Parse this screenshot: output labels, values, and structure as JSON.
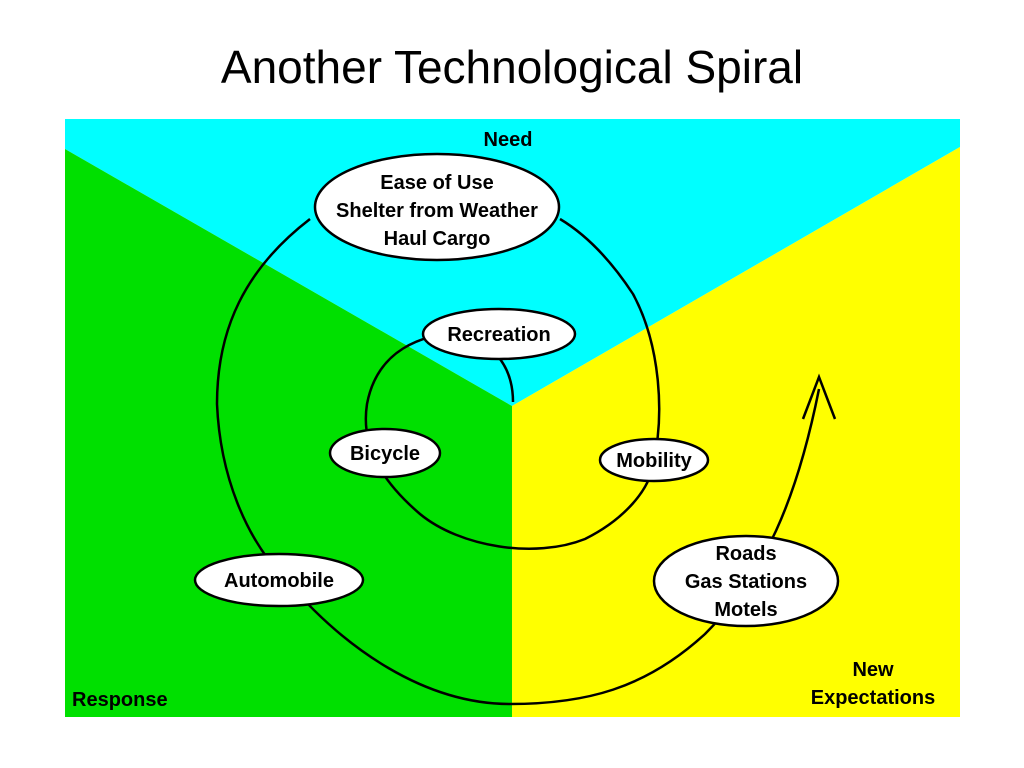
{
  "title": "Another Technological Spiral",
  "colors": {
    "need_region": "#00FFFF",
    "response_region": "#00E000",
    "expectations_region": "#FFFF00",
    "ellipse_fill": "#FFFFFF",
    "line": "#000000"
  },
  "diagram": {
    "regions": {
      "need": "Need",
      "response": "Response",
      "new_expectations": [
        "New",
        "Expectations"
      ]
    },
    "nodes": {
      "need_top": [
        "Ease of Use",
        "Shelter from Weather",
        "Haul Cargo"
      ],
      "recreation": "Recreation",
      "bicycle": "Bicycle",
      "mobility": "Mobility",
      "automobile": "Automobile",
      "infrastructure": [
        "Roads",
        "Gas Stations",
        "Motels"
      ]
    }
  }
}
